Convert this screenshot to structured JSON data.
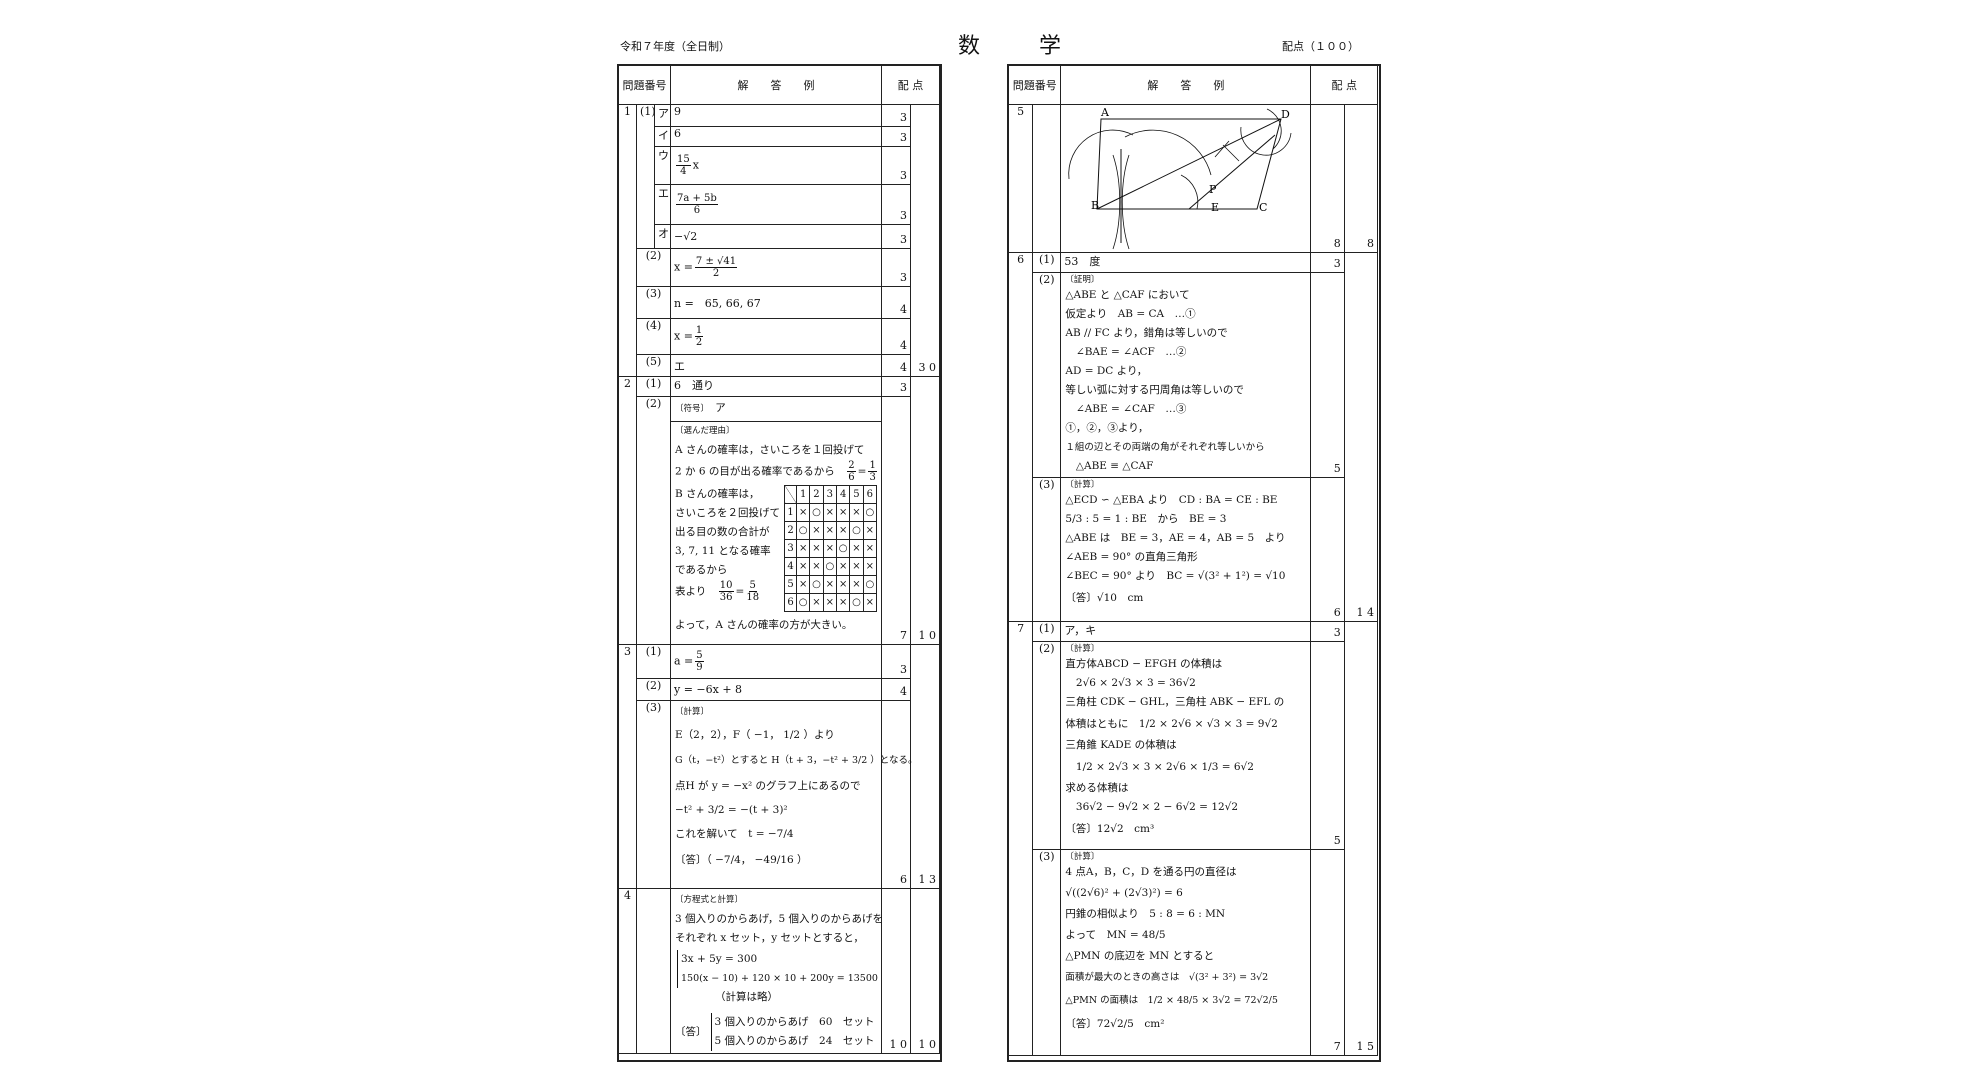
{
  "header": {
    "era": "令和７年度（全日制）",
    "subject": "数 学",
    "total": "配点（１００）"
  },
  "columns": {
    "number": "問題番号",
    "answer": "解　　答　　例",
    "points": "配 点"
  },
  "left": {
    "q1": {
      "num": "1",
      "sub1": "(1)",
      "a": {
        "k": "ア",
        "v": "9",
        "p": "3"
      },
      "b": {
        "k": "イ",
        "v": "6",
        "p": "3"
      },
      "c": {
        "k": "ウ",
        "n": "15",
        "d": "4",
        "suf": "x",
        "p": "3"
      },
      "d": {
        "k": "エ",
        "n": "7a + 5b",
        "d": "6",
        "p": "3"
      },
      "e": {
        "k": "オ",
        "v": "−√2",
        "p": "3"
      },
      "s2": {
        "k": "(2)",
        "pre": "x =",
        "n": "7 ± √41",
        "d": "2",
        "p": "3"
      },
      "s3": {
        "k": "(3)",
        "v": "n =　65, 66, 67",
        "p": "4"
      },
      "s4": {
        "k": "(4)",
        "pre": "x =",
        "n": "1",
        "d": "2",
        "p": "4"
      },
      "s5": {
        "k": "(5)",
        "v": "エ",
        "p": "4",
        "total": "3 0"
      }
    },
    "q2": {
      "num": "2",
      "s1": {
        "k": "(1)",
        "v": "6　通り",
        "p": "3"
      },
      "s2": {
        "k": "(2)",
        "sym_label": "〔符号〕",
        "sym": "ア",
        "reason_label": "〔選んだ理由〕",
        "l1": "A さんの確率は，さいころを１回投げて",
        "l2": "2 か 6 の目が出る確率であるから",
        "l2n": "2",
        "l2d": "6",
        "l2n2": "1",
        "l2d2": "3",
        "b1": "B さんの確率は，",
        "b2": "さいころを２回投げて",
        "b3": "出る目の数の合計が",
        "b4": "3, 7, 11 となる確率",
        "b5": "であるから",
        "b6": "表より",
        "b6n": "10",
        "b6d": "36",
        "b6n2": "5",
        "b6d2": "18",
        "conclusion": "よって，A さんの確率の方が大きい。",
        "p": "7",
        "total": "1 0",
        "grid_head": [
          "1",
          "2",
          "3",
          "4",
          "5",
          "6"
        ],
        "grid_rows": [
          [
            "1",
            "×",
            "○",
            "×",
            "×",
            "×",
            "○"
          ],
          [
            "2",
            "○",
            "×",
            "×",
            "×",
            "○",
            "×"
          ],
          [
            "3",
            "×",
            "×",
            "×",
            "○",
            "×",
            "×"
          ],
          [
            "4",
            "×",
            "×",
            "○",
            "×",
            "×",
            "×"
          ],
          [
            "5",
            "×",
            "○",
            "×",
            "×",
            "×",
            "○"
          ],
          [
            "6",
            "○",
            "×",
            "×",
            "×",
            "○",
            "×"
          ]
        ]
      }
    },
    "q3": {
      "num": "3",
      "s1": {
        "k": "(1)",
        "pre": "a =",
        "n": "5",
        "d": "9",
        "p": "3"
      },
      "s2": {
        "k": "(2)",
        "v": "y = −6x + 8",
        "p": "4"
      },
      "s3": {
        "k": "(3)",
        "label": "〔計算〕",
        "l1": "E（2，2），F（ −1， 1/2 ）より",
        "l2": "G（t，−t²）とすると H（t + 3，−t² + 3/2 ）となる。",
        "l3": "点H が y = −x² のグラフ上にあるので",
        "l4": "−t² + 3/2 = −(t + 3)²",
        "l5": "これを解いて　t = −7/4",
        "ans": "〔答〕（ −7/4， −49/16 ）",
        "p": "6",
        "total": "1 3"
      }
    },
    "q4": {
      "num": "4",
      "label": "〔方程式と計算〕",
      "l1": "3 個入りのからあげ，5 個入りのからあげを",
      "l2": "それぞれ x セット，y セットとすると，",
      "e1": "3x + 5y = 300",
      "e2": "150(x − 10) + 120 × 10 + 200y = 13500",
      "l3": "（計算は略）",
      "ans_label": "〔答〕",
      "a1": "3 個入りのからあげ　60　セット",
      "a2": "5 個入りのからあげ　24　セット",
      "p": "1 0",
      "total": "1 0"
    }
  },
  "right": {
    "q5": {
      "num": "5",
      "A": "A",
      "B": "B",
      "C": "C",
      "D": "D",
      "E": "E",
      "P": "P",
      "p": "8",
      "total": "8"
    },
    "q6": {
      "num": "6",
      "s1": {
        "k": "(1)",
        "v": "53　度",
        "p": "3"
      },
      "s2": {
        "k": "(2)",
        "label": "〔証明〕",
        "lines": [
          "△ABE と △CAF において",
          "仮定より　AB = CA　…①",
          "AB // FC より，錯角は等しいので",
          "　∠BAE = ∠ACF　…②",
          "AD = DC より，",
          "等しい弧に対する円周角は等しいので",
          "　∠ABE = ∠CAF　…③",
          "①，②，③より，",
          "１組の辺とその両端の角がそれぞれ等しいから",
          "　△ABE ≡ △CAF"
        ],
        "p": "5"
      },
      "s3": {
        "k": "(3)",
        "label": "〔計算〕",
        "lines": [
          "△ECD ∽ △EBA より　CD : BA = CE : BE",
          "5/3 : 5 = 1 : BE　から　BE = 3",
          "△ABE は　BE = 3，AE = 4，AB = 5　より",
          "∠AEB = 90° の直角三角形",
          "∠BEC = 90° より　BC = √(3² + 1²) = √10"
        ],
        "ans": "〔答〕√10　cm",
        "p": "6",
        "total": "1 4"
      }
    },
    "q7": {
      "num": "7",
      "s1": {
        "k": "(1)",
        "v": "ア，キ",
        "p": "3"
      },
      "s2": {
        "k": "(2)",
        "label": "〔計算〕",
        "lines": [
          "直方体ABCD − EFGH の体積は",
          "　2√6 × 2√3 × 3 = 36√2",
          "三角柱 CDK − GHL，三角柱 ABK − EFL の",
          "体積はともに　1/2 × 2√6 × √3 × 3 = 9√2",
          "三角錐 KADE の体積は",
          "　1/2 × 2√3 × 3 × 2√6 × 1/3 = 6√2",
          "求める体積は",
          "　36√2 − 9√2 × 2 − 6√2 = 12√2"
        ],
        "ans": "〔答〕12√2　cm³",
        "p": "5"
      },
      "s3": {
        "k": "(3)",
        "label": "〔計算〕",
        "lines": [
          "4 点A，B，C，D を通る円の直径は",
          "√((2√6)² + (2√3)²) = 6",
          "円錐の相似より　5 : 8 = 6 : MN",
          "よって　MN = 48/5",
          "△PMN の底辺を MN とすると",
          "面積が最大のときの高さは　√(3² + 3²) = 3√2",
          "△PMN の面積は　1/2 × 48/5 × 3√2 = 72√2/5"
        ],
        "ans": "〔答〕72√2/5　cm²",
        "p": "7",
        "total": "1 5"
      }
    }
  }
}
